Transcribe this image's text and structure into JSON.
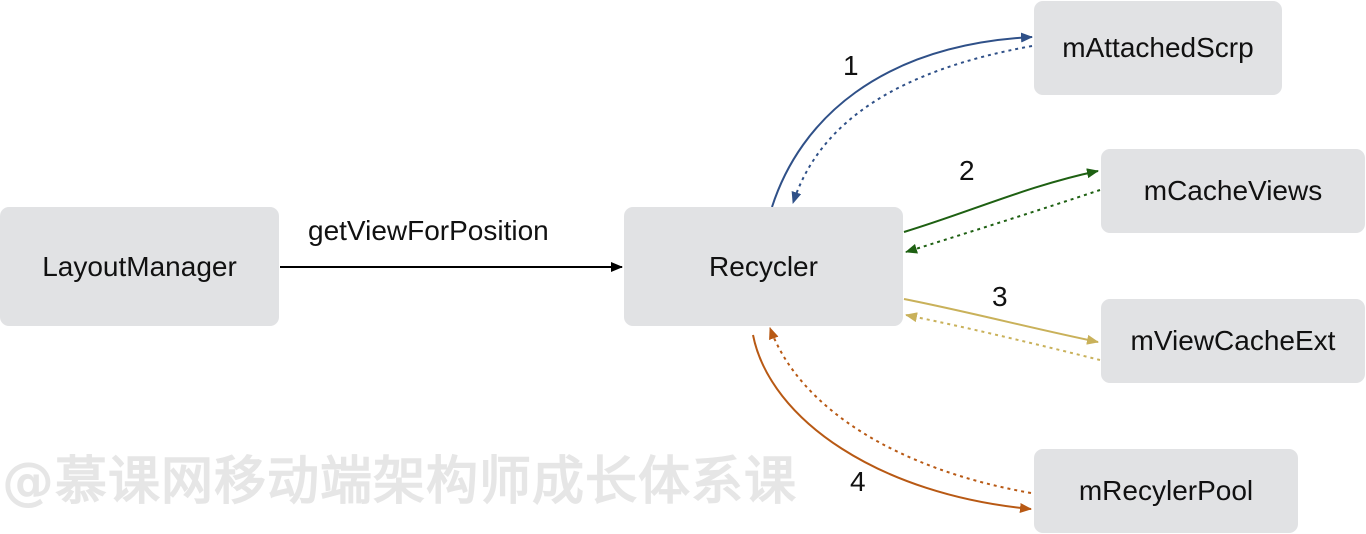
{
  "nodes": {
    "layout_manager": "LayoutManager",
    "recycler": "Recycler",
    "attached_scrap": "mAttachedScrp",
    "cache_views": "mCacheViews",
    "view_cache_ext": "mViewCacheExt",
    "recycler_pool": "mRecylerPool"
  },
  "edge_labels": {
    "get_view": "getViewForPosition",
    "step1": "1",
    "step2": "2",
    "step3": "3",
    "step4": "4"
  },
  "colors": {
    "step1": "#2f5088",
    "step2": "#1e6012",
    "step3": "#c9b15a",
    "step4": "#b85914",
    "main_arrow": "#000000"
  },
  "watermark": "@慕课网移动端架构师成长体系课"
}
